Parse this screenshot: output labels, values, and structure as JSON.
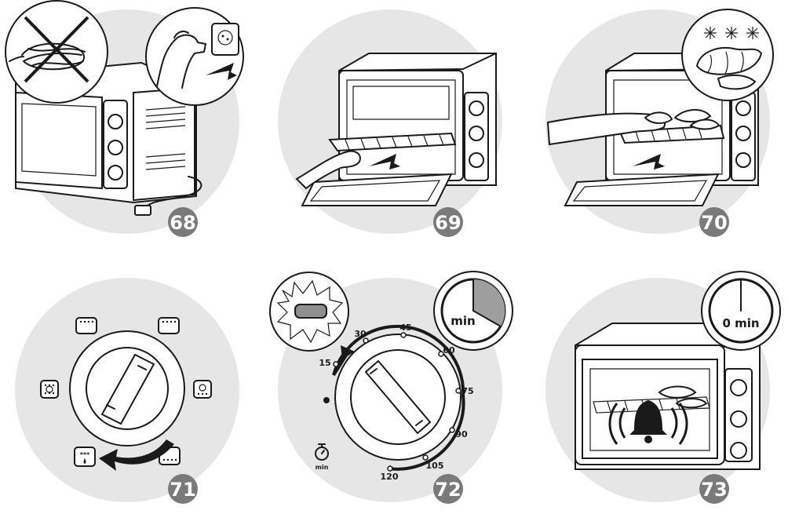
{
  "colors": {
    "disc": "#e6e6e6",
    "badge": "#7a7a7a",
    "ink": "#1a1a1a",
    "display": "#8f8f8f",
    "timer_wedge": "#9e9e9e"
  },
  "steps": [
    {
      "number": "68",
      "icons": [
        "tangled-cord-crossed-icon",
        "plug-into-socket-icon",
        "oven-icon"
      ]
    },
    {
      "number": "69",
      "icons": [
        "oven-open-icon",
        "wire-rack-icon",
        "hand-icon",
        "arrow-icon"
      ]
    },
    {
      "number": "70",
      "icons": [
        "oven-open-icon",
        "croissant-icon",
        "frozen-icon",
        "hand-icon",
        "arrow-icon"
      ]
    },
    {
      "number": "71",
      "icons": [
        "function-knob-icon",
        "heating-mode-icon",
        "defrost-mode-icon",
        "arrow-icon"
      ]
    },
    {
      "number": "72",
      "icons": [
        "timer-knob-icon",
        "display-light-icon",
        "stopwatch-icon"
      ],
      "timer": {
        "badge_text": "min",
        "unit_label": "min",
        "scale_labels": [
          "15",
          "30",
          "45",
          "60",
          "75",
          "90",
          "105",
          "120"
        ]
      }
    },
    {
      "number": "73",
      "icons": [
        "oven-icon",
        "bell-ringing-icon"
      ],
      "timer": {
        "badge_text": "0 min"
      }
    }
  ]
}
